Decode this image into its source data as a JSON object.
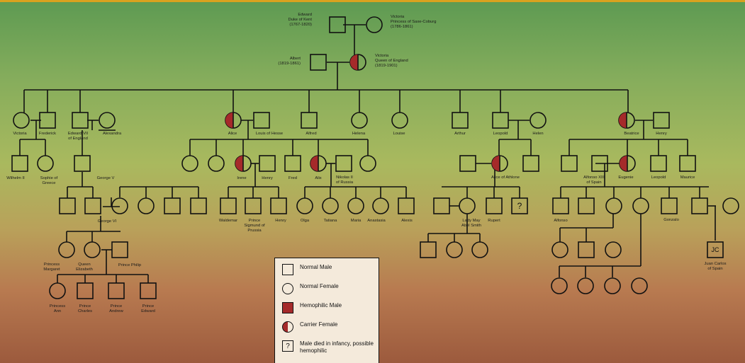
{
  "colors": {
    "affected": "#a52a2a",
    "line": "#111111",
    "legend_bg": "#f4eadb",
    "top_stripe": "#d9a21f"
  },
  "people": {
    "edward": "Edward\nDuke of Kent\n(1767-1820)",
    "victoria_coburg": "Victoria\nPrincess of Saxe-Coburg\n(1786-1861)",
    "albert": "Albert\n(1819-1861)",
    "victoria_queen": "Victoria\nQueen of England\n(1819-1901)",
    "victoria_g2": "Victoria",
    "frederick": "Frederick",
    "edward_vii": "Edward VII\nof England",
    "alexandra": "Alexandra",
    "wilhelm": "Wilhelm II",
    "sophie": "Sophie of\nGreece",
    "george_v": "George V",
    "george_vi": "George VI",
    "margaret": "Princess\nMargaret",
    "elizabeth": "Queen\nElizabeth",
    "philip": "Prince Philip",
    "anne": "Princess\nAnn",
    "charles": "Prince\nCharles",
    "andrew": "Prince\nAndrew",
    "edward_p": "Prince\nEdward",
    "alice": "Alice",
    "louis_hesse": "Louis of Hesse",
    "alfred": "Alfred",
    "helena": "Helena",
    "louise": "Louise",
    "arthur": "Arthur",
    "leopold": "Leopold",
    "helen": "Helen",
    "beatrice": "Beatrice",
    "henry": "Henry",
    "irene": "Irene",
    "henry2": "Henry",
    "fred": "Fred",
    "alix": "Alix",
    "nicholas": "Nikolas II\nof Russia",
    "waldemar": "Waldemar",
    "sigismund": "Prince\nSigmund of\nPrussia",
    "henry3": "Henry",
    "olga": "Olga",
    "tatiana": "Tatiana",
    "maria": "Maria",
    "anastasia": "Anastasia",
    "alexis": "Alexis",
    "alice_athlone": "Alice of Athlone",
    "lady_may": "Lady May\nAbel Smith",
    "rupert": "Rupert",
    "alfonso_xiii": "Alfonso XIII\nof Spain",
    "eugenie": "Eugenie",
    "leopold2": "Leopold",
    "maurice": "Maurice",
    "alfonso": "Alfonso",
    "gonzalo": "Gonzalo",
    "juan_carlos": "Juan Carlos\nof Spain",
    "jc_initials": "JC",
    "unknown_mark": "?"
  },
  "legend": {
    "normal_male": "Normal Male",
    "normal_female": "Normal Female",
    "hemophilic_male": "Hemophilic Male",
    "carrier_female": "Carrier Female",
    "died_infancy": "Male died in infancy, possible hemophilic",
    "question_mark": "?"
  }
}
